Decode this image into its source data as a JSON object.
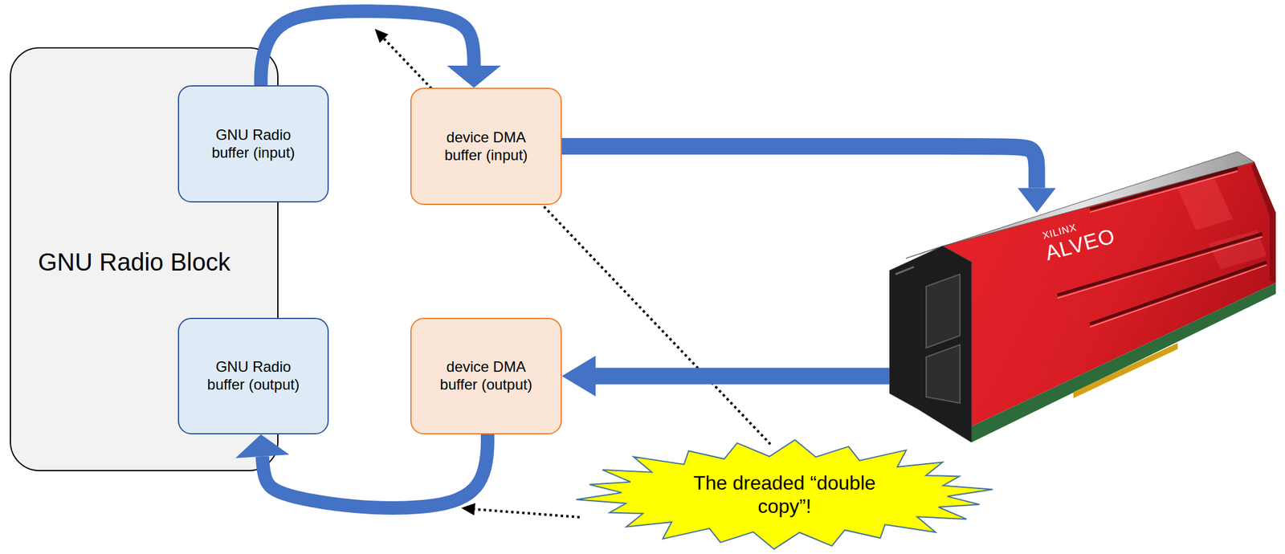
{
  "diagram": {
    "nodes": [
      {
        "text": [
          "GNU Radio Block"
        ]
      },
      {
        "text": [
          "GNU Radio buffer (input)"
        ],
        "in": 0
      },
      {
        "text": [
          "GNU Radio buffer (output)"
        ],
        "in": 0
      },
      {
        "text": [
          "device DMA buffer (input)"
        ]
      },
      {
        "text": [
          "device DMA buffer (output)"
        ]
      },
      {
        "text": [
          "XILINX",
          "ALVEO"
        ]
      },
      {
        "text": [
          "The dreaded “double copy”!"
        ]
      }
    ],
    "edges": [
      {
        "from": 1,
        "to": 3,
        "arrow": "to"
      },
      {
        "from": 3,
        "to": 5,
        "arrow": "to"
      },
      {
        "from": 5,
        "to": 4,
        "arrow": "to"
      },
      {
        "from": 4,
        "to": 2,
        "arrow": "to"
      }
    ]
  }
}
